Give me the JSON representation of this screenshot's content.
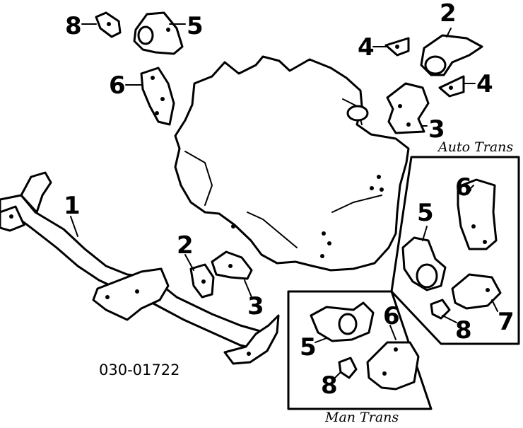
{
  "callouts": {
    "top_8": "8",
    "top_5": "5",
    "top_6": "6",
    "top_2": "2",
    "top_4_left": "4",
    "top_4_right": "4",
    "top_3": "3",
    "mid_1": "1",
    "mid_2": "2",
    "mid_3": "3",
    "auto_6": "6",
    "auto_5": "5",
    "auto_7": "7",
    "auto_8": "8",
    "man_6": "6",
    "man_5": "5",
    "man_8": "8"
  },
  "captions": {
    "auto_trans": "Auto Trans",
    "man_trans": "Man Trans"
  },
  "diagram_code": "030-01722"
}
